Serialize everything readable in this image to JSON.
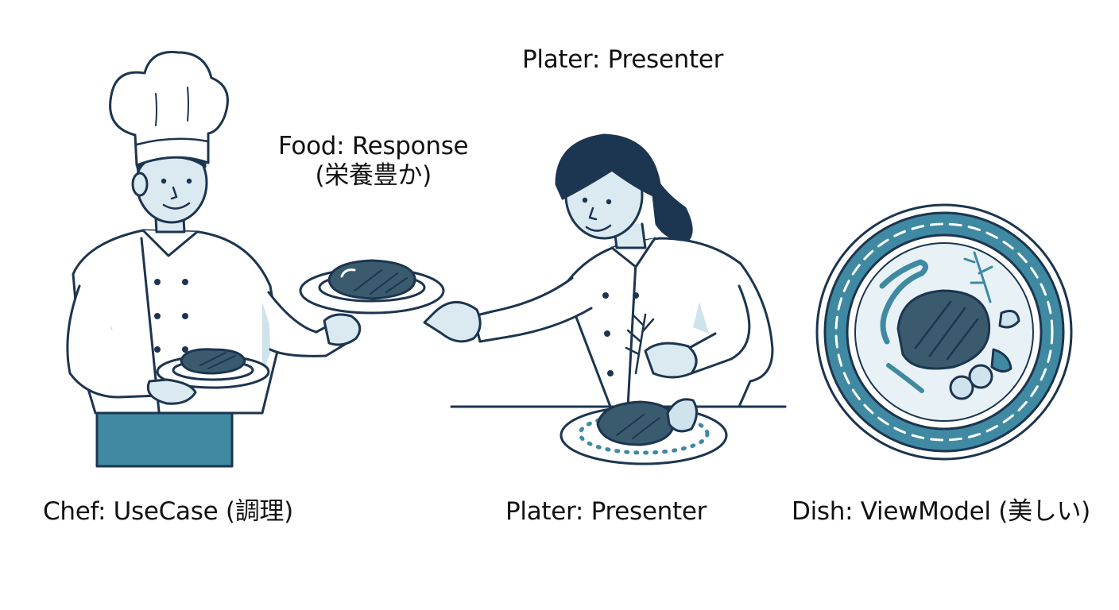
{
  "labels": {
    "plater_top": "Plater: Presenter",
    "food_line1": "Food: Response",
    "food_line2": "(栄養豊か)",
    "chef": "Chef: UseCase (調理)",
    "plater": "Plater: Presenter",
    "dish": "Dish: ViewModel (美しい)"
  },
  "colors": {
    "ink": "#1c3550",
    "skin": "#dbe9f1",
    "teal": "#3f8aa2",
    "teal_light": "#cfe3ec",
    "steak": "#3a5a6e",
    "text": "#111111"
  }
}
